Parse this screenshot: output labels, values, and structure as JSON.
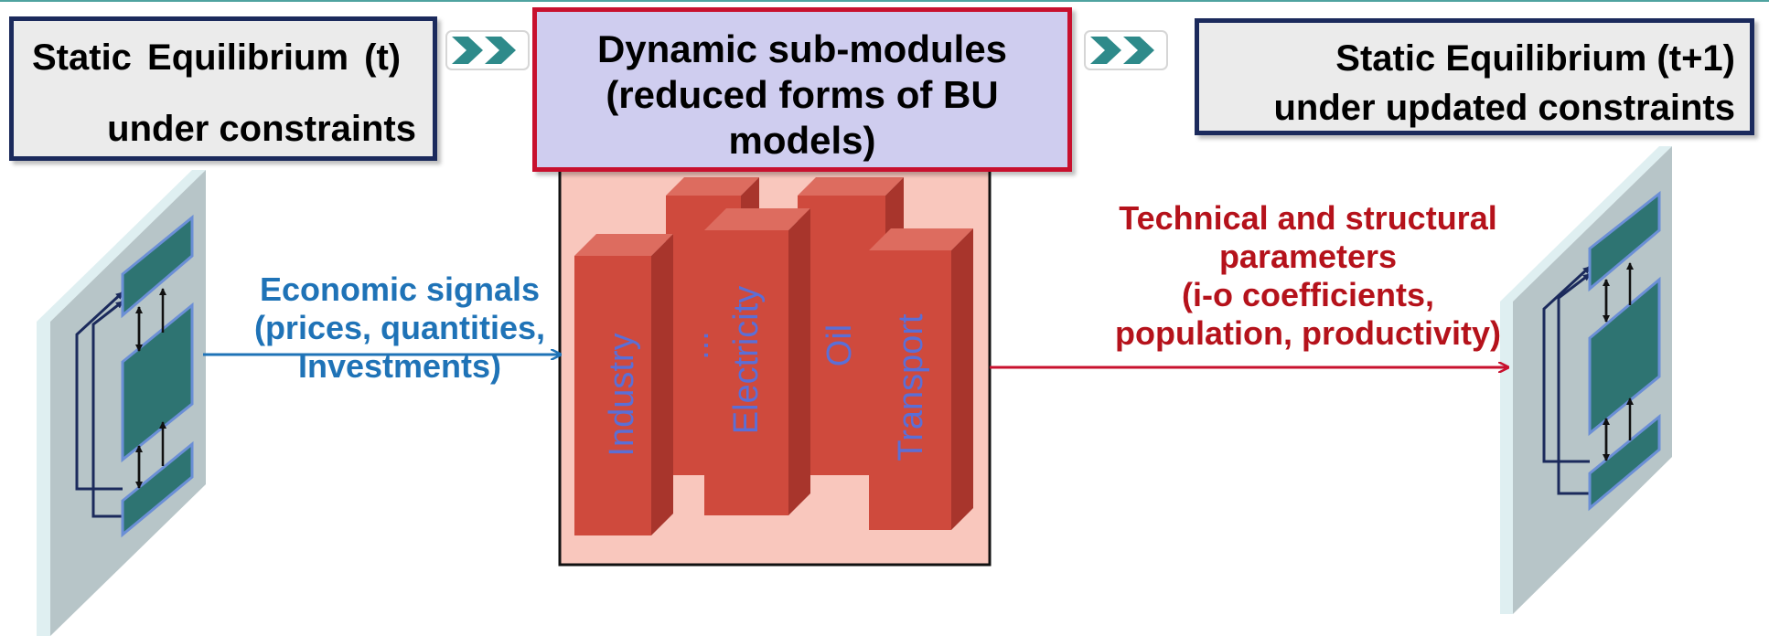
{
  "left_box": {
    "line1": "Static Equilibrium (t)",
    "line2": "under constraints"
  },
  "middle_box": {
    "line1": "Dynamic sub-modules",
    "line2": "(reduced forms of BU",
    "line3": "models)"
  },
  "right_box": {
    "line1": "Static Equilibrium (t+1)",
    "line2": "under updated constraints"
  },
  "sectors": {
    "industry": "Industry",
    "ellipsis": "...",
    "electricity": "Electricity",
    "oil": "Oil",
    "transport": "Transport"
  },
  "economic_signals": {
    "line1": "Economic signals",
    "line2": "(prices, quantities,",
    "line3": "Investments)"
  },
  "technical_params": {
    "line1": "Technical and structural",
    "line2": "parameters",
    "line3": "(i-o coefficients,",
    "line4": "population, productivity)"
  },
  "colors": {
    "navy_border": "#1b2a5c",
    "red_border": "#c8102e",
    "blue_text": "#1f73b7",
    "red_text": "#b5121b",
    "bar_red": "#cf4a3d",
    "teal": "#2e7472"
  }
}
